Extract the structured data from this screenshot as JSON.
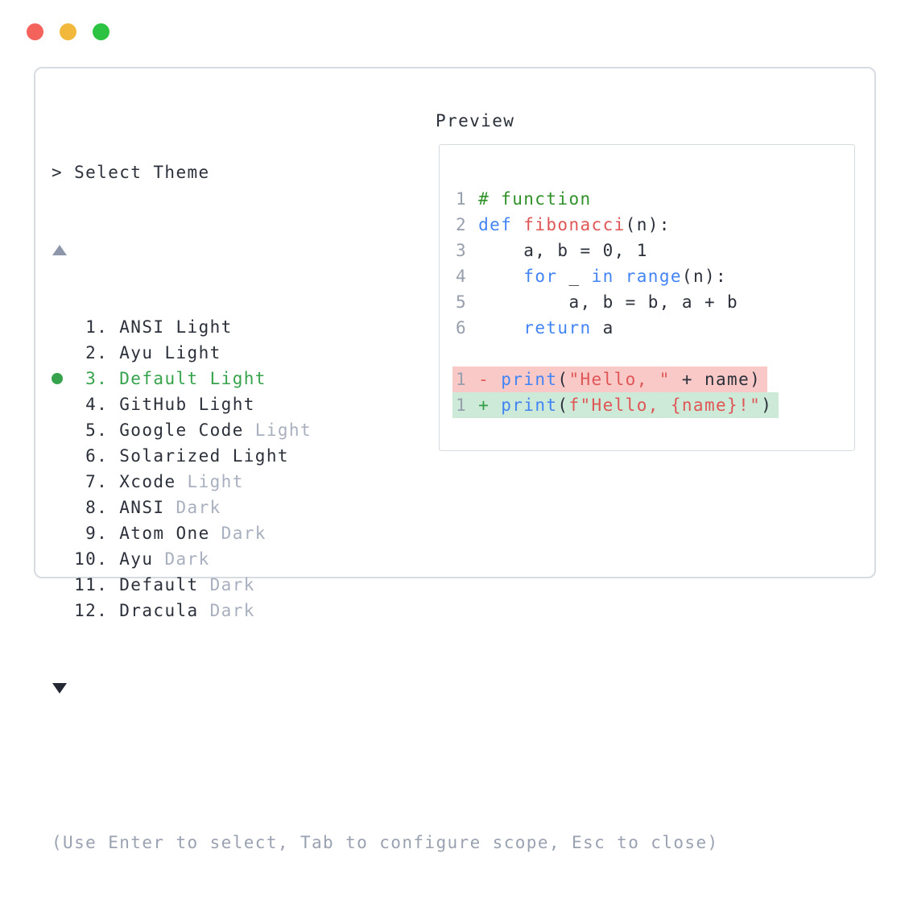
{
  "window": {
    "controls": [
      {
        "name": "close",
        "color_key": "traffic_red"
      },
      {
        "name": "minimize",
        "color_key": "traffic_yellow"
      },
      {
        "name": "maximize",
        "color_key": "traffic_green"
      }
    ]
  },
  "dialog": {
    "title": "> Select Theme",
    "scroll_up_icon": "▲",
    "scroll_down_icon": "▼",
    "themes": [
      {
        "number": "1",
        "name": "ANSI Light",
        "suffix": "",
        "selected": false
      },
      {
        "number": "2",
        "name": "Ayu Light",
        "suffix": "",
        "selected": false
      },
      {
        "number": "3",
        "name": "Default Light",
        "suffix": "",
        "selected": true
      },
      {
        "number": "4",
        "name": "GitHub Light",
        "suffix": "",
        "selected": false
      },
      {
        "number": "5",
        "name": "Google Code",
        "suffix": "Light",
        "selected": false
      },
      {
        "number": "6",
        "name": "Solarized Light",
        "suffix": "",
        "selected": false
      },
      {
        "number": "7",
        "name": "Xcode",
        "suffix": "Light",
        "selected": false
      },
      {
        "number": "8",
        "name": "ANSI",
        "suffix": "Dark",
        "selected": false
      },
      {
        "number": "9",
        "name": "Atom One",
        "suffix": "Dark",
        "selected": false
      },
      {
        "number": "10",
        "name": "Ayu",
        "suffix": "Dark",
        "selected": false
      },
      {
        "number": "11",
        "name": "Default",
        "suffix": "Dark",
        "selected": false
      },
      {
        "number": "12",
        "name": "Dracula",
        "suffix": "Dark",
        "selected": false
      }
    ],
    "hint": "(Use Enter to select, Tab to configure scope, Esc to close)"
  },
  "preview": {
    "label": "Preview",
    "code_lines": [
      {
        "num": "1",
        "segments": [
          {
            "c": "comment",
            "t": "# function"
          }
        ]
      },
      {
        "num": "2",
        "segments": [
          {
            "c": "kw",
            "t": "def"
          },
          {
            "c": "plain",
            "t": " "
          },
          {
            "c": "fn",
            "t": "fibonacci"
          },
          {
            "c": "plain",
            "t": "(n):"
          }
        ]
      },
      {
        "num": "3",
        "segments": [
          {
            "c": "plain",
            "t": "    a, b = 0, 1"
          }
        ]
      },
      {
        "num": "4",
        "segments": [
          {
            "c": "plain",
            "t": "    "
          },
          {
            "c": "kw",
            "t": "for"
          },
          {
            "c": "plain",
            "t": " _ "
          },
          {
            "c": "kw",
            "t": "in"
          },
          {
            "c": "plain",
            "t": " "
          },
          {
            "c": "kw",
            "t": "range"
          },
          {
            "c": "plain",
            "t": "(n):"
          }
        ]
      },
      {
        "num": "5",
        "segments": [
          {
            "c": "plain",
            "t": "        a, b = b, a + b"
          }
        ]
      },
      {
        "num": "6",
        "segments": [
          {
            "c": "plain",
            "t": "    "
          },
          {
            "c": "kw",
            "t": "return"
          },
          {
            "c": "plain",
            "t": " a"
          }
        ]
      },
      {
        "blank": true
      },
      {
        "num": "1",
        "diff": "removed",
        "segments": [
          {
            "c": "sign-removed",
            "t": "- "
          },
          {
            "c": "kw",
            "t": "print"
          },
          {
            "c": "plain",
            "t": "("
          },
          {
            "c": "str",
            "t": "\"Hello, \""
          },
          {
            "c": "plain",
            "t": " + name)"
          }
        ]
      },
      {
        "num": "1",
        "diff": "added",
        "segments": [
          {
            "c": "sign-added",
            "t": "+ "
          },
          {
            "c": "kw",
            "t": "print"
          },
          {
            "c": "plain",
            "t": "("
          },
          {
            "c": "str",
            "t": "f\"Hello, {name}!\""
          },
          {
            "c": "plain",
            "t": ")"
          }
        ]
      }
    ]
  },
  "colors": {
    "text_dark": "#2b303a",
    "muted_gray": "#a8b0bf",
    "hint_gray": "#9aa2b2",
    "line_number_gray": "#989fac",
    "selection_green": "#36a34c",
    "comment_green": "#2f9128",
    "keyword_blue": "#4384f4",
    "accent_red": "#e05656",
    "diff_plus_green": "#2f9e47",
    "diff_removed_bg": "#f9c9c7",
    "diff_added_bg": "#cde9d8",
    "panel_border": "#d7dbe2",
    "arrow_up_gray": "#8d96aa",
    "arrow_down_dark": "#232832",
    "traffic_red": "#f4625c",
    "traffic_yellow": "#f1b83b",
    "traffic_green": "#2cc342"
  }
}
